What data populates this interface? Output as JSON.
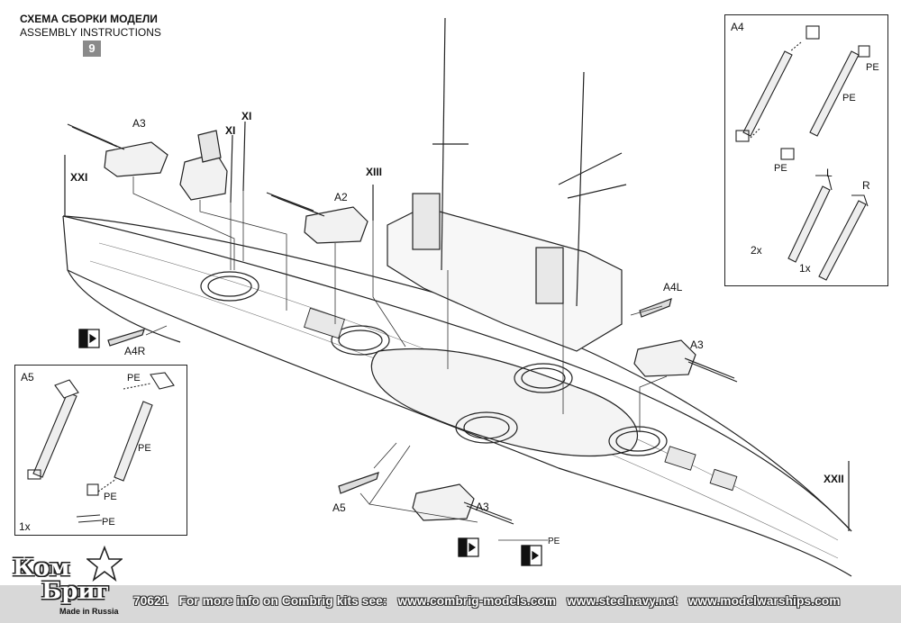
{
  "header": {
    "title_ru": "СХЕМА СБОРКИ МОДЕЛИ",
    "title_en": "ASSEMBLY INSTRUCTIONS",
    "step": "9"
  },
  "labels": {
    "a3_fore": "A3",
    "a2": "A2",
    "a3_aft": "A3",
    "a3_low": "A3",
    "xi_1": "XI",
    "xi_2": "XI",
    "xiii": "XIII",
    "xxi": "XXI",
    "xxii": "XXII",
    "a4r": "A4R",
    "a4l": "A4L",
    "a5": "A5",
    "pe_low": "PE"
  },
  "inset_a4": {
    "title": "A4",
    "pe_1": "PE",
    "pe_2": "PE",
    "pe_3": "PE",
    "l": "L",
    "r": "R",
    "qty_l": "2x",
    "qty_r": "1x"
  },
  "inset_a5": {
    "title": "A5",
    "pe_1": "PE",
    "pe_2": "PE",
    "pe_3": "PE",
    "pe_4": "PE",
    "qty": "1x"
  },
  "logo": {
    "line1": "Ком",
    "line2": "Бриг",
    "made_in": "Made in Russia"
  },
  "footer": {
    "code": "70621",
    "info": "For more info on Combrig kits see:",
    "site1": "www.combrig-models.com",
    "site2": "www.steelnavy.net",
    "site3": "www.modelwarships.com"
  },
  "colors": {
    "line": "#222222",
    "footer_bg": "#d8d8d8",
    "badge": "#8a8a8a"
  }
}
